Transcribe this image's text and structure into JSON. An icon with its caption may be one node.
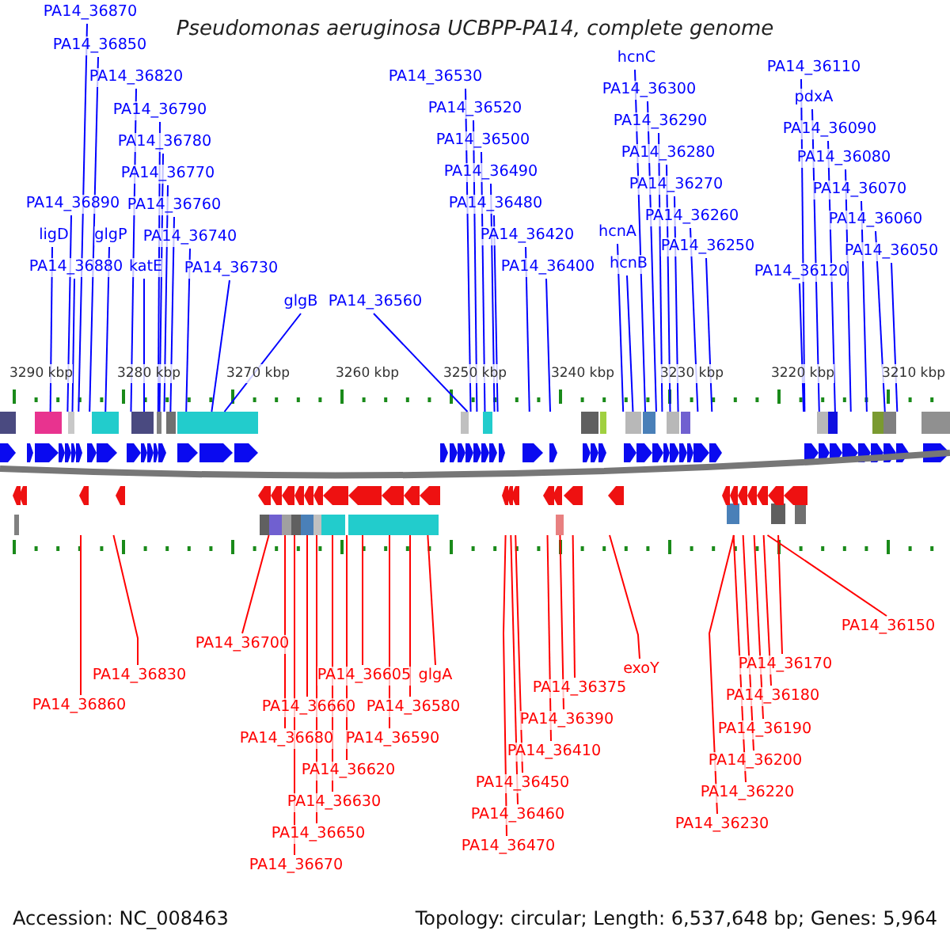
{
  "diagram": {
    "title": "Pseudomonas aeruginosa UCBPP-PA14, complete genome",
    "nodes": [
      {
        "text": [
          "PA14_36870"
        ]
      },
      {
        "text": [
          "PA14_36850"
        ]
      },
      {
        "text": [
          "PA14_36820"
        ]
      },
      {
        "text": [
          "PA14_36790"
        ]
      },
      {
        "text": [
          "PA14_36780"
        ]
      },
      {
        "text": [
          "PA14_36770"
        ]
      },
      {
        "text": [
          "PA14_36760"
        ]
      },
      {
        "text": [
          "PA14_36890"
        ]
      },
      {
        "text": [
          "ligD"
        ]
      },
      {
        "text": [
          "glgP"
        ]
      },
      {
        "text": [
          "PA14_36740"
        ]
      },
      {
        "text": [
          "PA14_36880"
        ]
      },
      {
        "text": [
          "katE"
        ]
      },
      {
        "text": [
          "PA14_36730"
        ]
      },
      {
        "text": [
          "glgB"
        ]
      },
      {
        "text": [
          "PA14_36560"
        ]
      },
      {
        "text": [
          "PA14_36530"
        ]
      },
      {
        "text": [
          "PA14_36520"
        ]
      },
      {
        "text": [
          "PA14_36500"
        ]
      },
      {
        "text": [
          "PA14_36490"
        ]
      },
      {
        "text": [
          "PA14_36480"
        ]
      },
      {
        "text": [
          "PA14_36420"
        ]
      },
      {
        "text": [
          "PA14_36400"
        ]
      },
      {
        "text": [
          "hcnC"
        ]
      },
      {
        "text": [
          "PA14_36300"
        ]
      },
      {
        "text": [
          "PA14_36290"
        ]
      },
      {
        "text": [
          "PA14_36280"
        ]
      },
      {
        "text": [
          "PA14_36270"
        ]
      },
      {
        "text": [
          "PA14_36260"
        ]
      },
      {
        "text": [
          "hcnA"
        ]
      },
      {
        "text": [
          "PA14_36250"
        ]
      },
      {
        "text": [
          "hcnB"
        ]
      },
      {
        "text": [
          "PA14_36110"
        ]
      },
      {
        "text": [
          "pdxA"
        ]
      },
      {
        "text": [
          "PA14_36090"
        ]
      },
      {
        "text": [
          "PA14_36080"
        ]
      },
      {
        "text": [
          "PA14_36070"
        ]
      },
      {
        "text": [
          "PA14_36060"
        ]
      },
      {
        "text": [
          "PA14_36050"
        ]
      },
      {
        "text": [
          "PA14_36120"
        ]
      },
      {
        "text": [
          "PA14_36700"
        ]
      },
      {
        "text": [
          "PA14_36830"
        ]
      },
      {
        "text": [
          "PA14_36860"
        ]
      },
      {
        "text": [
          "PA14_36605"
        ]
      },
      {
        "text": [
          "glgA"
        ]
      },
      {
        "text": [
          "PA14_36660"
        ]
      },
      {
        "text": [
          "PA14_36580"
        ]
      },
      {
        "text": [
          "PA14_36680"
        ]
      },
      {
        "text": [
          "PA14_36590"
        ]
      },
      {
        "text": [
          "PA14_36620"
        ]
      },
      {
        "text": [
          "PA14_36630"
        ]
      },
      {
        "text": [
          "PA14_36650"
        ]
      },
      {
        "text": [
          "PA14_36670"
        ]
      },
      {
        "text": [
          "exoY"
        ]
      },
      {
        "text": [
          "PA14_36375"
        ]
      },
      {
        "text": [
          "PA14_36390"
        ]
      },
      {
        "text": [
          "PA14_36410"
        ]
      },
      {
        "text": [
          "PA14_36450"
        ]
      },
      {
        "text": [
          "PA14_36460"
        ]
      },
      {
        "text": [
          "PA14_36470"
        ]
      },
      {
        "text": [
          "PA14_36150"
        ]
      },
      {
        "text": [
          "PA14_36170"
        ]
      },
      {
        "text": [
          "PA14_36180"
        ]
      },
      {
        "text": [
          "PA14_36190"
        ]
      },
      {
        "text": [
          "PA14_36200"
        ]
      },
      {
        "text": [
          "PA14_36220"
        ]
      },
      {
        "text": [
          "PA14_36230"
        ]
      },
      {
        "text": [],
        "shape": "bar"
      },
      {
        "text": [],
        "shape": "bar"
      }
    ],
    "edges": [
      {
        "from": 0,
        "to": 67,
        "arrow": "none"
      },
      {
        "from": 1,
        "to": 67,
        "arrow": "none"
      },
      {
        "from": 2,
        "to": 67,
        "arrow": "none"
      },
      {
        "from": 3,
        "to": 67,
        "arrow": "none"
      },
      {
        "from": 4,
        "to": 67,
        "arrow": "none"
      },
      {
        "from": 5,
        "to": 67,
        "arrow": "none"
      },
      {
        "from": 6,
        "to": 67,
        "arrow": "none"
      },
      {
        "from": 7,
        "to": 67,
        "arrow": "none"
      },
      {
        "from": 8,
        "to": 67,
        "arrow": "none"
      },
      {
        "from": 9,
        "to": 67,
        "arrow": "none"
      },
      {
        "from": 10,
        "to": 67,
        "arrow": "none"
      },
      {
        "from": 11,
        "to": 67,
        "arrow": "none"
      },
      {
        "from": 12,
        "to": 67,
        "arrow": "none"
      },
      {
        "from": 13,
        "to": 67,
        "arrow": "none"
      },
      {
        "from": 14,
        "to": 67,
        "arrow": "none"
      },
      {
        "from": 15,
        "to": 67,
        "arrow": "none"
      },
      {
        "from": 16,
        "to": 67,
        "arrow": "none"
      },
      {
        "from": 17,
        "to": 67,
        "arrow": "none"
      },
      {
        "from": 18,
        "to": 67,
        "arrow": "none"
      },
      {
        "from": 19,
        "to": 67,
        "arrow": "none"
      },
      {
        "from": 20,
        "to": 67,
        "arrow": "none"
      },
      {
        "from": 21,
        "to": 67,
        "arrow": "none"
      },
      {
        "from": 22,
        "to": 67,
        "arrow": "none"
      },
      {
        "from": 23,
        "to": 67,
        "arrow": "none"
      },
      {
        "from": 24,
        "to": 67,
        "arrow": "none"
      },
      {
        "from": 25,
        "to": 67,
        "arrow": "none"
      },
      {
        "from": 26,
        "to": 67,
        "arrow": "none"
      },
      {
        "from": 27,
        "to": 67,
        "arrow": "none"
      },
      {
        "from": 28,
        "to": 67,
        "arrow": "none"
      },
      {
        "from": 29,
        "to": 67,
        "arrow": "none"
      },
      {
        "from": 30,
        "to": 67,
        "arrow": "none"
      },
      {
        "from": 31,
        "to": 67,
        "arrow": "none"
      },
      {
        "from": 32,
        "to": 67,
        "arrow": "none"
      },
      {
        "from": 33,
        "to": 67,
        "arrow": "none"
      },
      {
        "from": 34,
        "to": 67,
        "arrow": "none"
      },
      {
        "from": 35,
        "to": 67,
        "arrow": "none"
      },
      {
        "from": 36,
        "to": 67,
        "arrow": "none"
      },
      {
        "from": 37,
        "to": 67,
        "arrow": "none"
      },
      {
        "from": 38,
        "to": 67,
        "arrow": "none"
      },
      {
        "from": 39,
        "to": 67,
        "arrow": "none"
      },
      {
        "from": 40,
        "to": 68,
        "arrow": "none",
        "color": "#ff0000"
      },
      {
        "from": 41,
        "to": 68,
        "arrow": "none",
        "color": "#ff0000"
      },
      {
        "from": 42,
        "to": 68,
        "arrow": "none",
        "color": "#ff0000"
      },
      {
        "from": 43,
        "to": 68,
        "arrow": "none",
        "color": "#ff0000"
      },
      {
        "from": 44,
        "to": 68,
        "arrow": "none",
        "color": "#ff0000"
      },
      {
        "from": 45,
        "to": 68,
        "arrow": "none",
        "color": "#ff0000"
      },
      {
        "from": 46,
        "to": 68,
        "arrow": "none",
        "color": "#ff0000"
      },
      {
        "from": 47,
        "to": 68,
        "arrow": "none",
        "color": "#ff0000"
      },
      {
        "from": 48,
        "to": 68,
        "arrow": "none",
        "color": "#ff0000"
      },
      {
        "from": 49,
        "to": 68,
        "arrow": "none",
        "color": "#ff0000"
      },
      {
        "from": 50,
        "to": 68,
        "arrow": "none",
        "color": "#ff0000"
      },
      {
        "from": 51,
        "to": 68,
        "arrow": "none",
        "color": "#ff0000"
      },
      {
        "from": 52,
        "to": 68,
        "arrow": "none",
        "color": "#ff0000"
      },
      {
        "from": 53,
        "to": 68,
        "arrow": "none",
        "color": "#ff0000"
      },
      {
        "from": 54,
        "to": 68,
        "arrow": "none",
        "color": "#ff0000"
      },
      {
        "from": 55,
        "to": 68,
        "arrow": "none",
        "color": "#ff0000"
      },
      {
        "from": 56,
        "to": 68,
        "arrow": "none",
        "color": "#ff0000"
      },
      {
        "from": 57,
        "to": 68,
        "arrow": "none",
        "color": "#ff0000"
      },
      {
        "from": 58,
        "to": 68,
        "arrow": "none",
        "color": "#ff0000"
      },
      {
        "from": 59,
        "to": 68,
        "arrow": "none",
        "color": "#ff0000"
      },
      {
        "from": 60,
        "to": 68,
        "arrow": "none",
        "color": "#ff0000"
      },
      {
        "from": 61,
        "to": 68,
        "arrow": "none",
        "color": "#ff0000"
      },
      {
        "from": 62,
        "to": 68,
        "arrow": "none",
        "color": "#ff0000"
      },
      {
        "from": 63,
        "to": 68,
        "arrow": "none",
        "color": "#ff0000"
      },
      {
        "from": 64,
        "to": 68,
        "arrow": "none",
        "color": "#ff0000"
      },
      {
        "from": 65,
        "to": 68,
        "arrow": "none",
        "color": "#ff0000"
      },
      {
        "from": 66,
        "to": 68,
        "arrow": "none",
        "color": "#ff0000"
      }
    ],
    "labels": [
      "3290 kbp",
      "3280 kbp",
      "3270 kbp",
      "3260 kbp",
      "3250 kbp",
      "3240 kbp",
      "3230 kbp",
      "3220 kbp",
      "3210 kbp",
      "Accession: NC_008463",
      "Topology: circular; Length: 6,537,648 bp; Genes: 5,964"
    ]
  }
}
